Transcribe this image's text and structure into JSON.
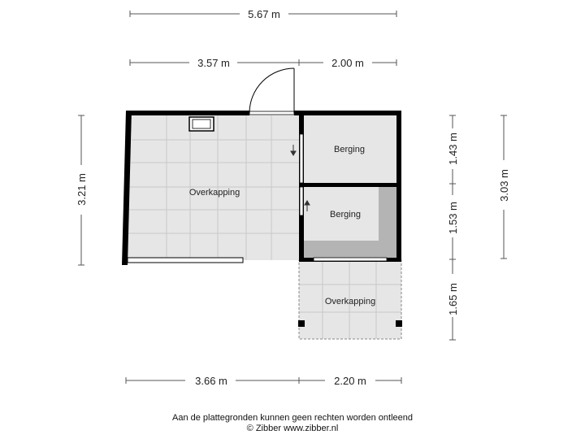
{
  "dimensions": {
    "total_width": "5.67 m",
    "top_left": "3.57 m",
    "top_right": "2.00 m",
    "bottom_left": "3.66 m",
    "bottom_right": "2.20 m",
    "left_height": "3.21 m",
    "right_upper": "1.43 m",
    "right_middle": "1.53 m",
    "right_lower": "1.65 m",
    "right_total": "3.03 m"
  },
  "rooms": {
    "overkapping_main": "Overkapping",
    "berging_top": "Berging",
    "berging_bottom": "Berging",
    "overkapping_lower": "Overkapping"
  },
  "footer": {
    "disclaimer": "Aan de plattegronden kunnen geen rechten worden ontleend",
    "copyright": "© Zibber www.zibber.nl"
  },
  "colors": {
    "wall": "#000000",
    "floor": "#e6e6e6",
    "floor_lines": "#c8c8c8",
    "shadow": "#b4b4b4",
    "dim_line": "#555555"
  }
}
